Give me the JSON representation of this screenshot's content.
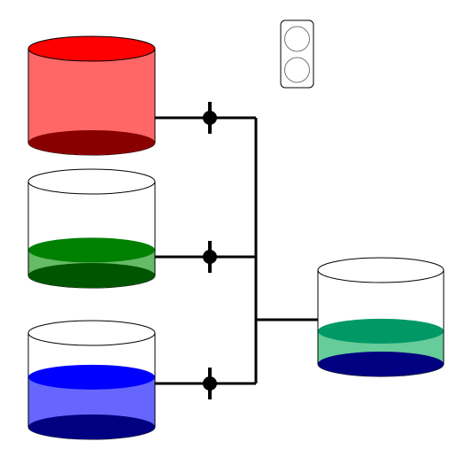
{
  "tanks": [
    {
      "id": "red",
      "fill_level": 1.0,
      "liquid_color": "#ff6666",
      "top_color": "#ff0000",
      "bottom_color": "#880000"
    },
    {
      "id": "green",
      "fill_level": 0.27,
      "liquid_color": "#66bb66",
      "top_color": "#008000",
      "bottom_color": "#005500"
    },
    {
      "id": "blue",
      "fill_level": 0.53,
      "liquid_color": "#6666ff",
      "top_color": "#0000ff",
      "bottom_color": "#000080"
    }
  ],
  "mixer": {
    "id": "mixing",
    "fill_level": 0.35,
    "liquid_color": "#66cc99",
    "top_color": "#009966",
    "bottom_color": "#000080"
  },
  "valves": [
    {
      "id": "red-valve"
    },
    {
      "id": "green-valve"
    },
    {
      "id": "blue-valve"
    }
  ],
  "traffic_light": {
    "lamps": [
      "off",
      "off"
    ]
  },
  "colors": {
    "pipe": "#000000",
    "tank_outline": "#000000"
  }
}
